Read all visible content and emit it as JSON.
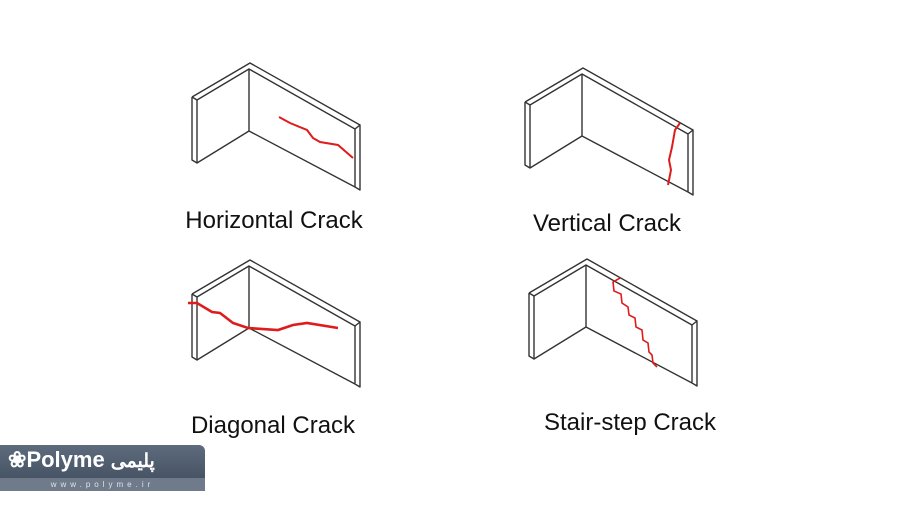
{
  "panels": [
    {
      "label": "Horizontal Crack"
    },
    {
      "label": "Vertical Crack"
    },
    {
      "label": "Diagonal Crack"
    },
    {
      "label": "Stair-step Crack"
    }
  ],
  "colors": {
    "wall_line": "#333333",
    "crack": "#e01b1b"
  },
  "logo": {
    "name": "Polyme",
    "persian": "پلیمی",
    "url": "www.polyme.ir"
  }
}
